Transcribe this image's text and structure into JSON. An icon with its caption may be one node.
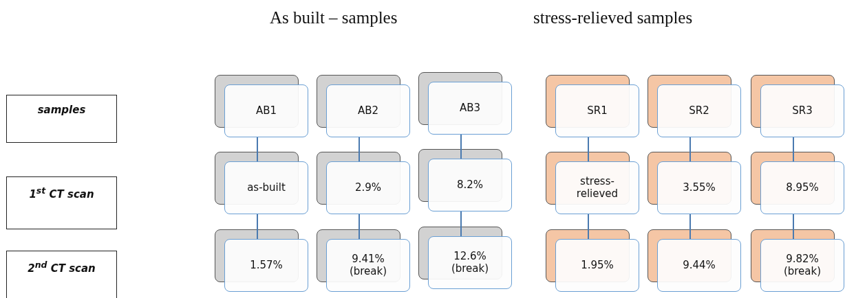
{
  "diagram": {
    "nodes": [
      {
        "text": [
          "samples"
        ]
      },
      {
        "text": [
          "AB1"
        ]
      },
      {
        "text": [
          "AB2"
        ]
      },
      {
        "text": [
          "AB3"
        ]
      },
      {
        "text": [
          "SR1"
        ]
      },
      {
        "text": [
          "SR2"
        ]
      },
      {
        "text": [
          "SR3"
        ]
      },
      {
        "text": [
          "1$^{st}$ CT scan"
        ]
      },
      {
        "text": [
          "as-built"
        ]
      },
      {
        "text": [
          "2.9%"
        ]
      },
      {
        "text": [
          "8.2%"
        ]
      },
      {
        "text": [
          "stress-relieved"
        ]
      },
      {
        "text": [
          "3.55%"
        ]
      },
      {
        "text": [
          "8.95%"
        ]
      },
      {
        "text": [
          "2$^{nd}$ CT scan"
        ]
      },
      {
        "text": [
          "1.57%"
        ]
      },
      {
        "text": [
          "9.41% (break)"
        ]
      },
      {
        "text": [
          "12.6% (break)"
        ]
      },
      {
        "text": [
          "1.95%"
        ]
      },
      {
        "text": [
          "9.44%"
        ]
      },
      {
        "text": [
          "9.82% (break)"
        ]
      }
    ],
    "edges": [
      {
        "from": 1,
        "to": 8,
        "arrow": "none"
      },
      {
        "from": 8,
        "to": 15,
        "arrow": "none"
      },
      {
        "from": 2,
        "to": 9,
        "arrow": "none"
      },
      {
        "from": 9,
        "to": 16,
        "arrow": "none"
      },
      {
        "from": 3,
        "to": 10,
        "arrow": "none"
      },
      {
        "from": 10,
        "to": 17,
        "arrow": "none"
      },
      {
        "from": 4,
        "to": 11,
        "arrow": "none"
      },
      {
        "from": 11,
        "to": 18,
        "arrow": "none"
      },
      {
        "from": 5,
        "to": 12,
        "arrow": "none"
      },
      {
        "from": 12,
        "to": 19,
        "arrow": "none"
      },
      {
        "from": 6,
        "to": 13,
        "arrow": "none"
      },
      {
        "from": 13,
        "to": 20,
        "arrow": "none"
      }
    ],
    "labels": [
      "As built – samples",
      "stress-relieved samples"
    ]
  }
}
